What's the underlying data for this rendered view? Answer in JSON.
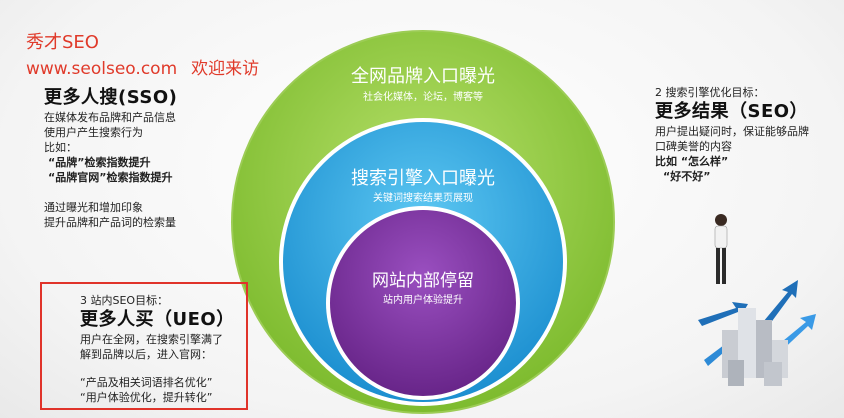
{
  "watermark": {
    "title": "秀才SEO",
    "url": "www.seolseo.com",
    "welcome": "欢迎来访"
  },
  "circles": [
    {
      "title": "全网品牌入口曝光",
      "subtitle": "社会化媒体，论坛，博客等",
      "color": "#8cc63f"
    },
    {
      "title": "搜索引擎入口曝光",
      "subtitle": "关键词搜索结果页展现",
      "color": "#2aa7e0"
    },
    {
      "title": "网站内部停留",
      "subtitle": "站内用户体验提升",
      "color": "#7b2f9e"
    }
  ],
  "left_top": {
    "heading": "更多人搜(SSO)",
    "lines": [
      "在媒体发布品牌和产品信息",
      "使用户产生搜索行为",
      "比如："
    ],
    "bold_lines": [
      "“品牌”检索指数提升",
      "“品牌官网”检索指数提升"
    ],
    "tail_lines": [
      "通过曝光和增加印象",
      "提升品牌和产品词的检索量"
    ]
  },
  "right_top": {
    "label": "2 搜索引擎优化目标：",
    "heading": "更多结果（SEO）",
    "lines": [
      "用户提出疑问时，保证能够品牌",
      "口碑美誉的内容",
      "比如  “怎么样”",
      "“好不好”"
    ]
  },
  "left_bottom": {
    "label": "3 站内SEO目标：",
    "heading": "更多人买（UEO）",
    "lines": [
      "用户在全网，在搜索引擎满了",
      "解到品牌以后，进入官网："
    ],
    "tail_lines": [
      "“产品及相关词语排名优化”",
      "“用户体验优化，提升转化”"
    ]
  }
}
